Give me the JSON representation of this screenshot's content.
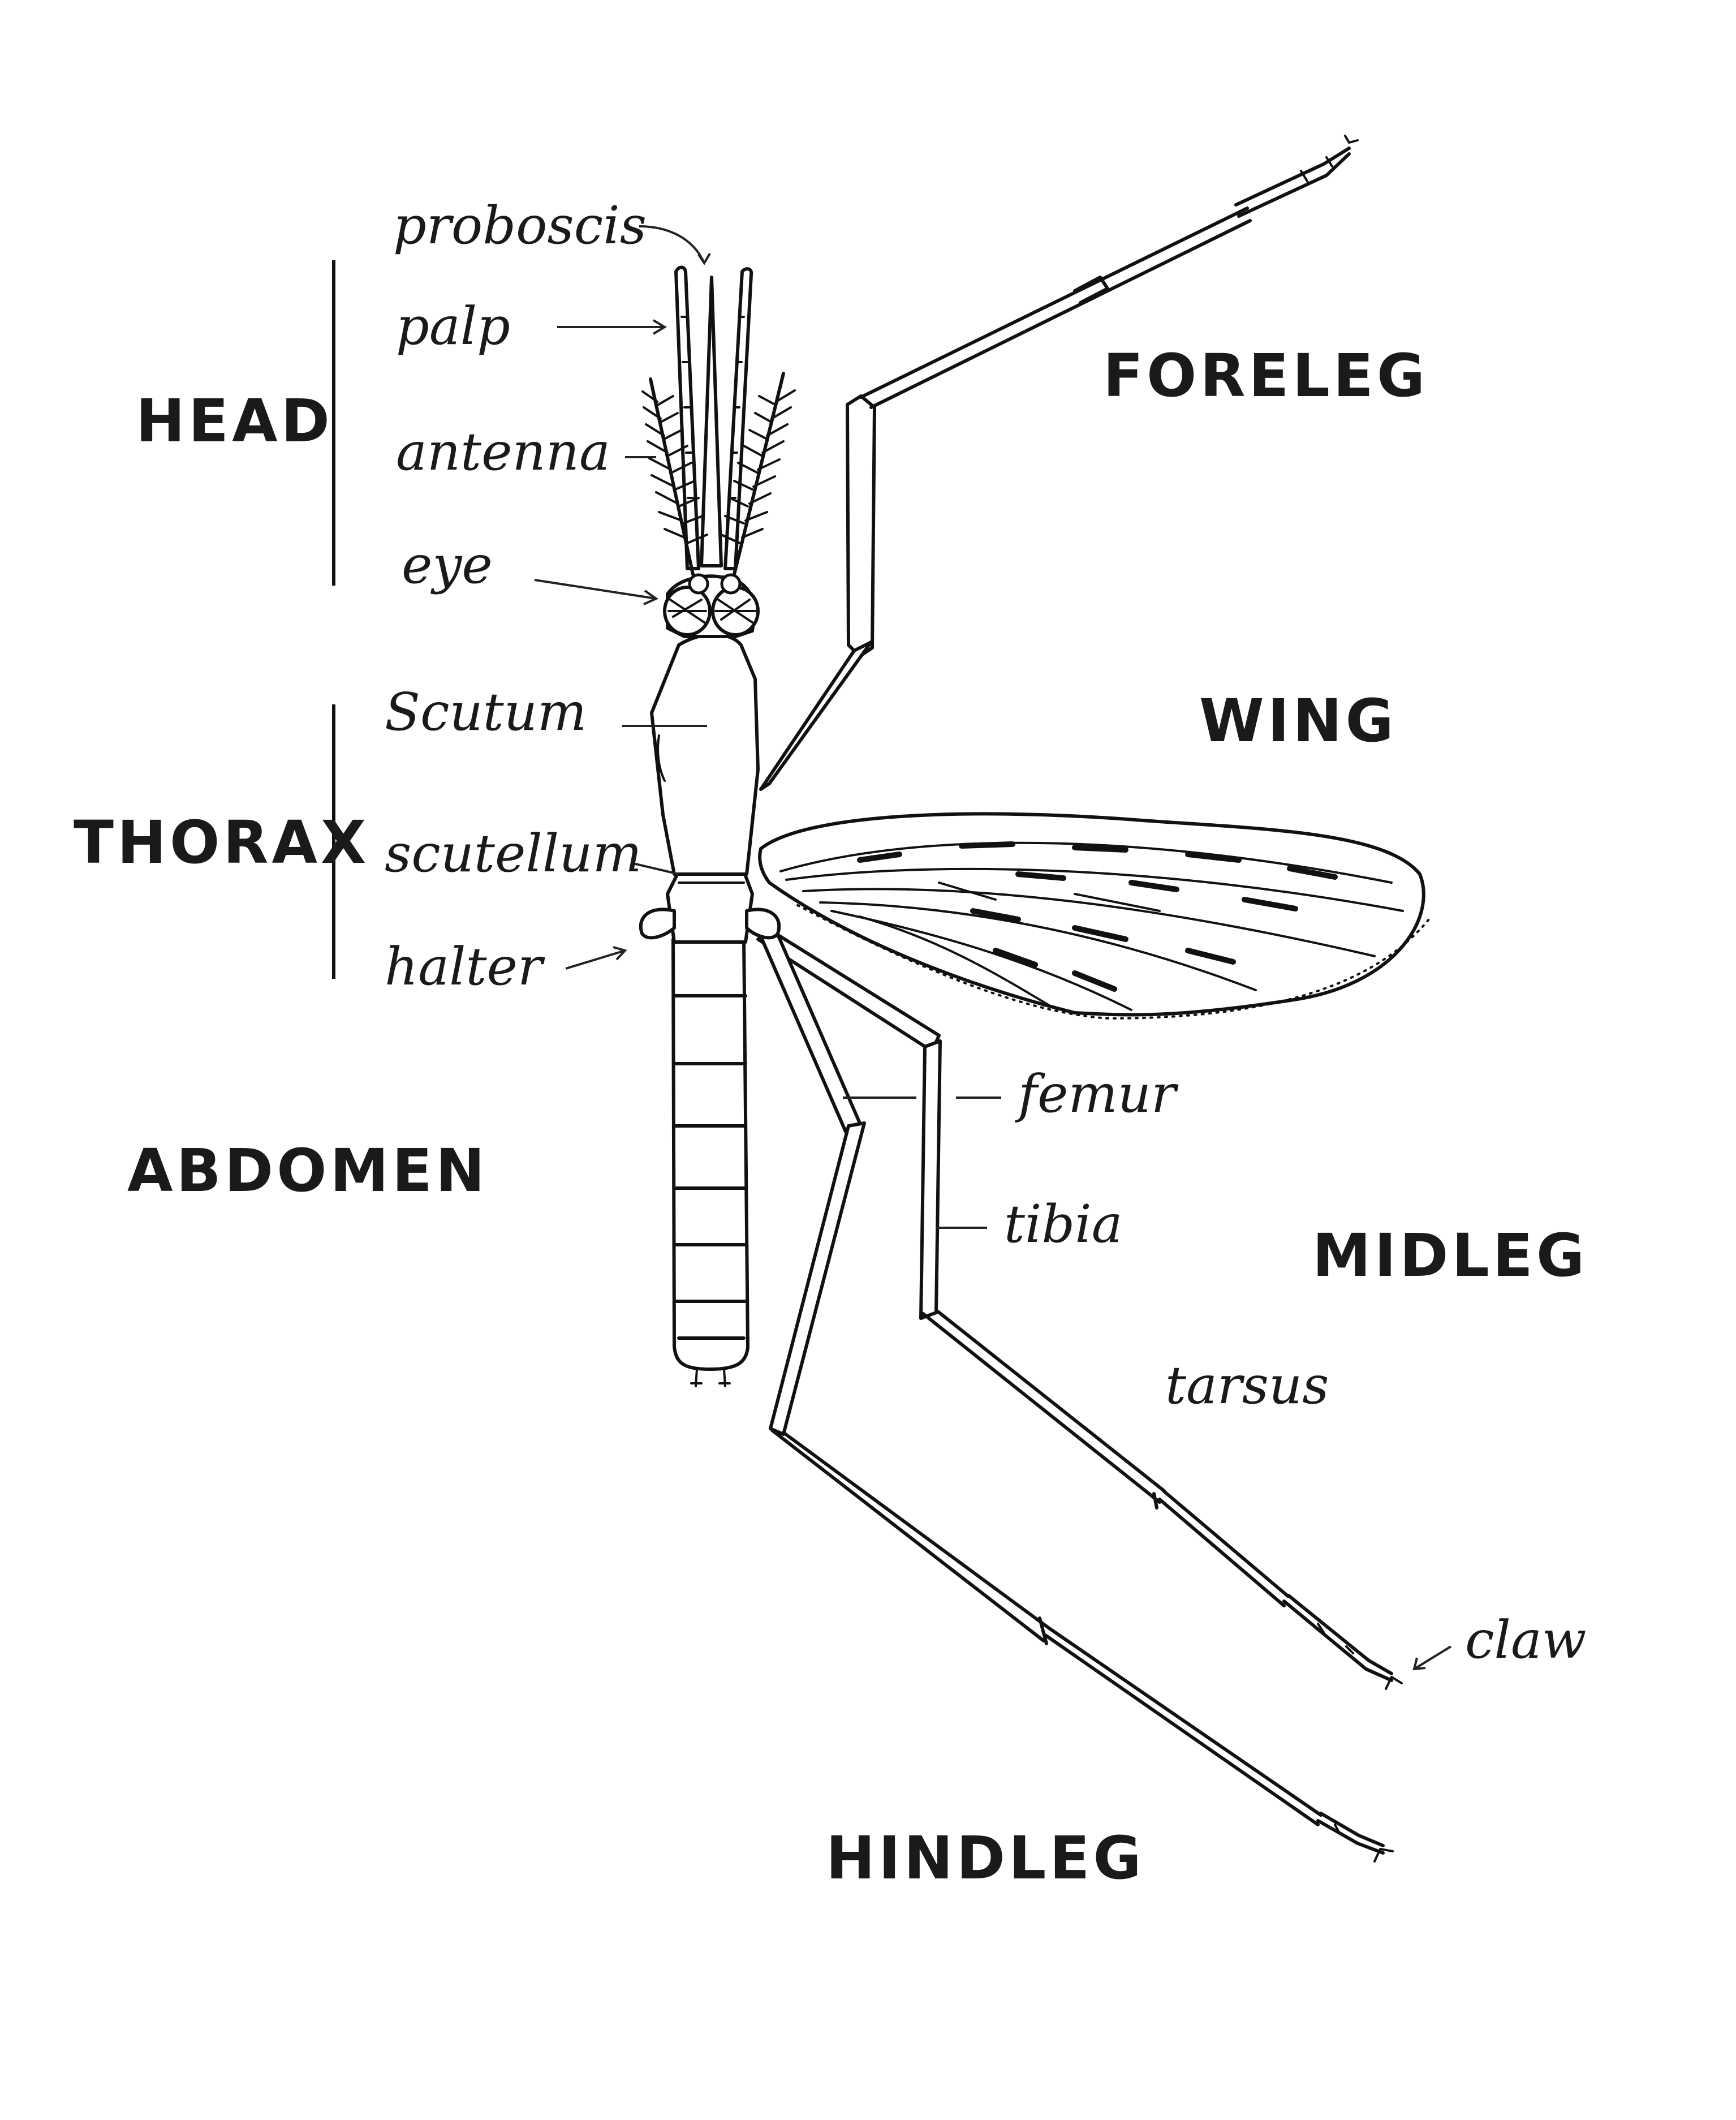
{
  "parts": {
    "proboscis": "proboscis",
    "palp": "palp",
    "antenna": "antenna",
    "eye": "eye",
    "scutum": "Scutum",
    "scutellum": "scutellum",
    "halter": "halter",
    "femur": "femur",
    "tibia": "tibia",
    "tarsus": "tarsus",
    "claw": "claw"
  },
  "regions": {
    "head": "HEAD",
    "thorax": "THORAX",
    "abdomen": "ABDOMEN",
    "foreleg": "FORELEG",
    "wing": "WING",
    "midleg": "MIDLEG",
    "hindleg": "HINDLEG"
  },
  "ink_color": "#111111",
  "background_color": "#ffffff"
}
